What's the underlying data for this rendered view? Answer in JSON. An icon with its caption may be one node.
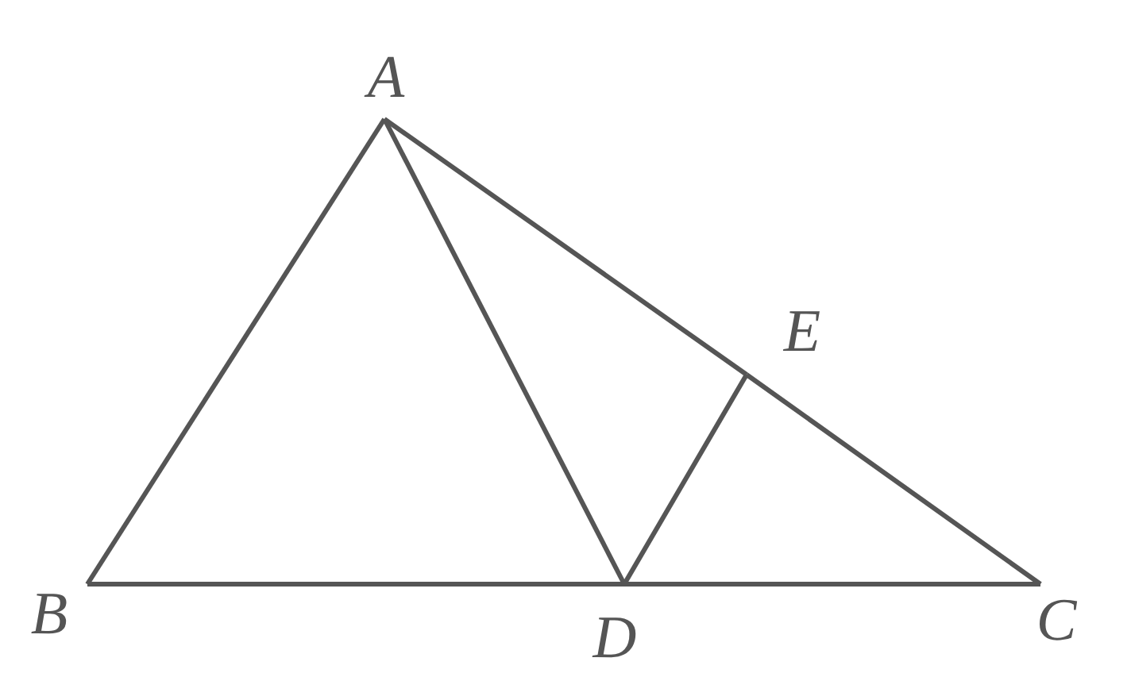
{
  "diagram": {
    "nodes": [
      {
        "text": [
          "A"
        ]
      },
      {
        "text": [
          "B"
        ]
      },
      {
        "text": [
          "C"
        ]
      },
      {
        "text": [
          "D"
        ]
      },
      {
        "text": [
          "E"
        ]
      }
    ],
    "edges": [
      {
        "from": 0,
        "to": 1,
        "arrow": "none"
      },
      {
        "from": 0,
        "to": 4,
        "arrow": "none"
      },
      {
        "from": 4,
        "to": 2,
        "arrow": "none"
      },
      {
        "from": 1,
        "to": 3,
        "arrow": "none"
      },
      {
        "from": 3,
        "to": 2,
        "arrow": "none"
      },
      {
        "from": 0,
        "to": 3,
        "arrow": "none"
      },
      {
        "from": 3,
        "to": 4,
        "arrow": "none"
      }
    ]
  }
}
